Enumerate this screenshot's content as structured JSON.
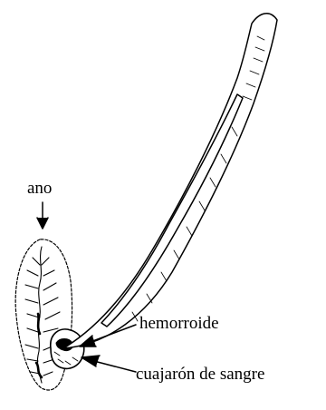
{
  "labels": {
    "anus": "ano",
    "hemorrhoid": "hemorroide",
    "blood_clot": "cuajarón de sangre"
  }
}
